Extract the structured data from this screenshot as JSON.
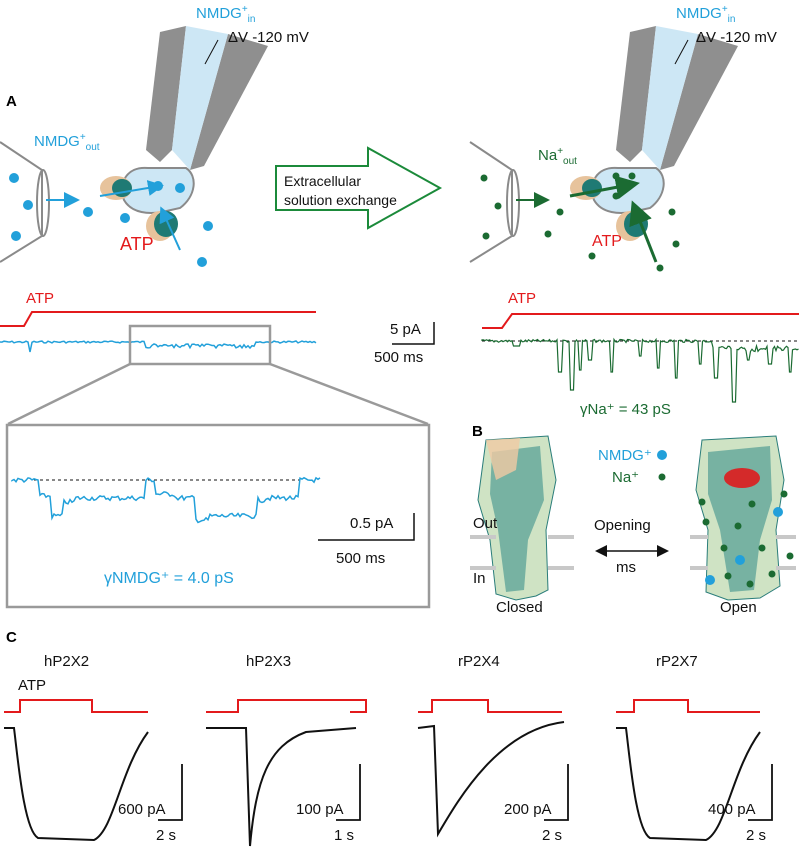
{
  "panels": {
    "a": "A",
    "b": "B",
    "c": "C"
  },
  "colors": {
    "red": "#e31a1c",
    "blue": "#22a0da",
    "green": "#1b6b32",
    "gray": "#8a8a8a",
    "black": "#111111"
  },
  "panel_a": {
    "left_setup": {
      "pipette_top": "NMDG",
      "pipette_top_sup": "+",
      "pipette_top_sub": "in",
      "voltage": "ΔV -120 mV",
      "ext_ion": "NMDG",
      "ext_ion_sup": "+",
      "ext_ion_sub": "out",
      "atp": "ATP"
    },
    "arrow": {
      "line1": "Extracellular",
      "line2": "solution exchange"
    },
    "right_setup": {
      "pipette_top": "NMDG",
      "pipette_top_sup": "+",
      "pipette_top_sub": "in",
      "voltage": "ΔV -120 mV",
      "ext_ion": "Na",
      "ext_ion_sup": "+",
      "ext_ion_sub": "out",
      "atp": "ATP"
    },
    "left_trace": {
      "atp": "ATP",
      "scale_current": "5 pA",
      "scale_time": "500 ms"
    },
    "right_trace": {
      "atp": "ATP",
      "conductance": "γNa⁺ = 43 pS"
    },
    "zoom": {
      "scale_current": "0.5 pA",
      "scale_time": "500 ms",
      "conductance": "γNMDG⁺ = 4.0 pS"
    }
  },
  "panel_b": {
    "legend": {
      "nmdg": "NMDG⁺",
      "na": "Na⁺"
    },
    "out": "Out",
    "in": "In",
    "opening": "Opening",
    "ms": "ms",
    "closed": "Closed",
    "open": "Open"
  },
  "panel_c": {
    "atp": "ATP",
    "cells": [
      {
        "name": "hP2X2",
        "current": "600 pA",
        "time": "2 s"
      },
      {
        "name": "hP2X3",
        "current": "100 pA",
        "time": "1 s"
      },
      {
        "name": "rP2X4",
        "current": "200 pA",
        "time": "2 s"
      },
      {
        "name": "rP2X7",
        "current": "400 pA",
        "time": "2 s"
      }
    ]
  }
}
